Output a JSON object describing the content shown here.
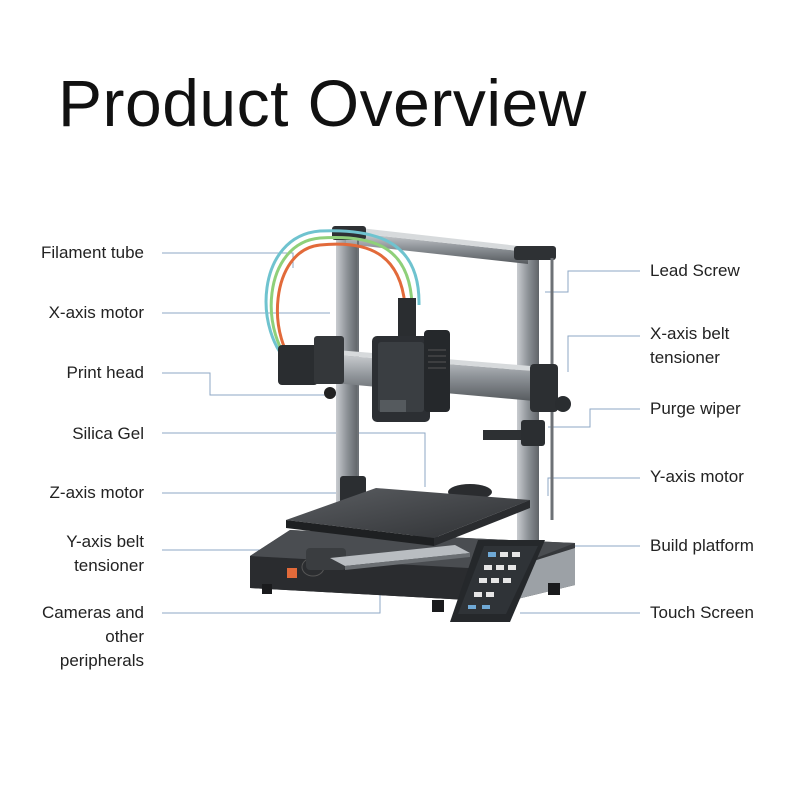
{
  "title": "Product Overview",
  "left_labels": [
    {
      "lines": [
        "Filament tube"
      ]
    },
    {
      "lines": [
        "X-axis motor"
      ]
    },
    {
      "lines": [
        "Print head"
      ]
    },
    {
      "lines": [
        "Silica Gel"
      ]
    },
    {
      "lines": [
        "Z-axis motor"
      ]
    },
    {
      "lines": [
        "Y-axis belt",
        "tensioner"
      ]
    },
    {
      "lines": [
        "Cameras and",
        "other",
        "peripherals"
      ]
    }
  ],
  "right_labels": [
    {
      "lines": [
        "Lead Screw"
      ]
    },
    {
      "lines": [
        "X-axis belt",
        "tensioner"
      ]
    },
    {
      "lines": [
        "Purge wiper"
      ]
    },
    {
      "lines": [
        "Y-axis motor"
      ]
    },
    {
      "lines": [
        "Build platform"
      ]
    },
    {
      "lines": [
        "Touch Screen"
      ]
    }
  ],
  "colors": {
    "text": "#222222",
    "leader_line": "#8ea7c4",
    "frame_aluminum": "#9a9fa4",
    "frame_dark": "#3a3d40",
    "filament_orange": "#e26a3a",
    "filament_cyan": "#6fc3cf",
    "filament_green": "#8fd07a"
  }
}
